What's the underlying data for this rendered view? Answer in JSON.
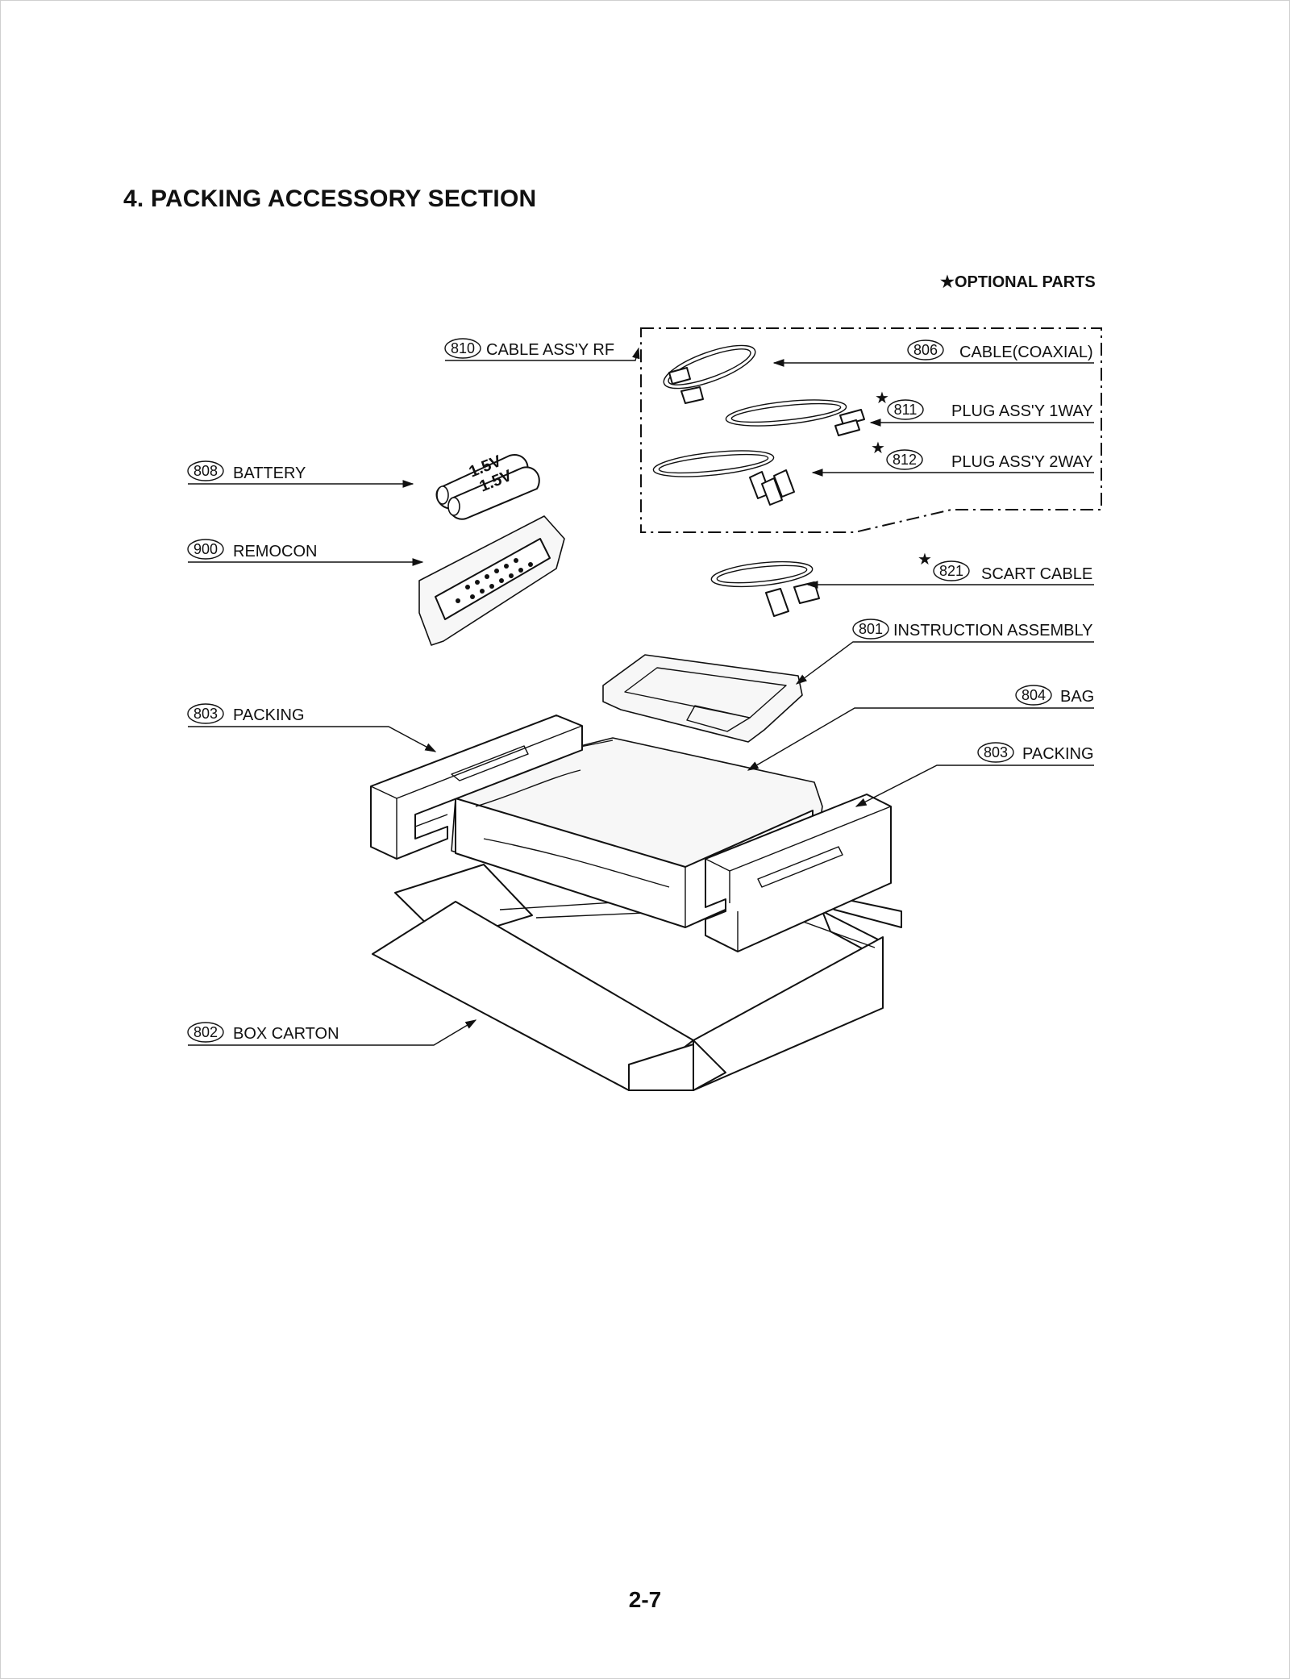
{
  "section_title": "4. PACKING ACCESSORY SECTION",
  "legend": {
    "star": "★",
    "text": "OPTIONAL PARTS"
  },
  "page_number": "2-7",
  "battery_marking": "1.5V",
  "callouts": [
    {
      "id": "cable-assy-rf",
      "number": "810",
      "label": "CABLE ASS'Y RF",
      "optional": false
    },
    {
      "id": "cable-coaxial",
      "number": "806",
      "label": "CABLE(COAXIAL)",
      "optional": false
    },
    {
      "id": "plug-assy-1way",
      "number": "811",
      "label": "PLUG ASS'Y 1WAY",
      "optional": true
    },
    {
      "id": "plug-assy-2way",
      "number": "812",
      "label": "PLUG ASS'Y 2WAY",
      "optional": true
    },
    {
      "id": "battery",
      "number": "808",
      "label": "BATTERY",
      "optional": false
    },
    {
      "id": "remocon",
      "number": "900",
      "label": "REMOCON",
      "optional": false
    },
    {
      "id": "scart-cable",
      "number": "821",
      "label": "SCART CABLE",
      "optional": true
    },
    {
      "id": "instruction-assembly",
      "number": "801",
      "label": "INSTRUCTION ASSEMBLY",
      "optional": false
    },
    {
      "id": "bag",
      "number": "804",
      "label": "BAG",
      "optional": false
    },
    {
      "id": "packing-left",
      "number": "803",
      "label": "PACKING",
      "optional": false
    },
    {
      "id": "packing-right",
      "number": "803",
      "label": "PACKING",
      "optional": false
    },
    {
      "id": "box-carton",
      "number": "802",
      "label": "BOX CARTON",
      "optional": false
    }
  ]
}
